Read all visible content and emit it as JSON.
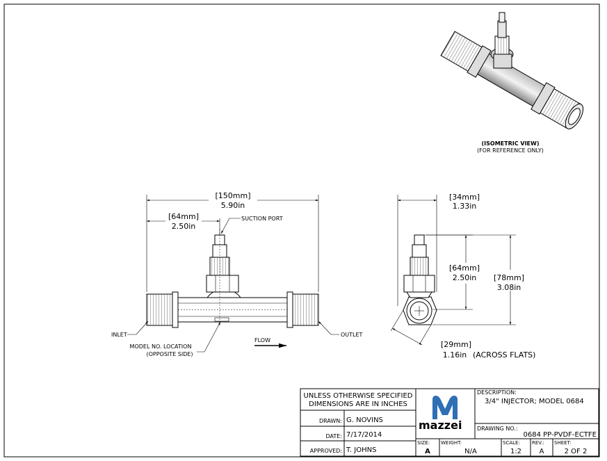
{
  "isometric": {
    "title": "(ISOMETRIC VIEW)",
    "subtitle": "(FOR REFERENCE ONLY)"
  },
  "front_view": {
    "overall_mm": "[150mm]",
    "overall_in": "5.90in",
    "suction_mm": "[64mm]",
    "suction_in": "2.50in",
    "suction_port": "SUCTION PORT",
    "inlet": "INLET",
    "outlet": "OUTLET",
    "model_loc_1": "MODEL NO. LOCATION",
    "model_loc_2": "(OPPOSITE SIDE)",
    "flow": "FLOW"
  },
  "side_view": {
    "width_mm": "[34mm]",
    "width_in": "1.33in",
    "height_mm": "[64mm]",
    "height_in": "2.50in",
    "total_mm": "[78mm]",
    "total_in": "3.08in",
    "flats_mm": "[29mm]",
    "flats_in": "1.16in",
    "flats_note": "(ACROSS FLATS)"
  },
  "title_block": {
    "note_1": "UNLESS OTHERWISE SPECIFIED",
    "note_2": "DIMENSIONS ARE IN INCHES",
    "drawn_label": "DRAWN:",
    "drawn_value": "G. NOVINS",
    "date_label": "DATE:",
    "date_value": "7/17/2014",
    "approved_label": "APPROVED:",
    "approved_value": "T. JOHNS",
    "logo_text": "mazzei",
    "description_label": "DESCRIPTION:",
    "description_value": "3/4\" INJECTOR; MODEL 0684",
    "drawing_no_label": "DRAWING NO.:",
    "drawing_no_value": "0684 PP-PVDF-ECTFE",
    "size_label": "SIZE:",
    "size_value": "A",
    "weight_label": "WEIGHT:",
    "weight_value": "N/A",
    "scale_label": "SCALE:",
    "scale_value": "1:2",
    "rev_label": "REV.:",
    "rev_value": "A",
    "sheet_label": "SHEET:",
    "sheet_value": "2 OF 2",
    "brand_color": "#2f6fb3"
  }
}
